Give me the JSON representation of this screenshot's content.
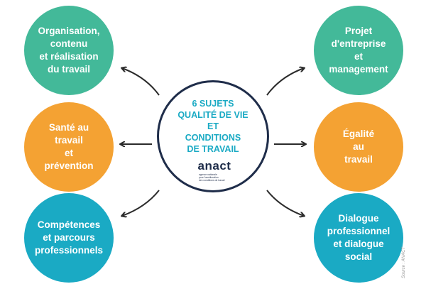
{
  "center": {
    "title": "6 SUJETS\nQUALITÉ DE VIE\nET\nCONDITIONS\nDE TRAVAIL",
    "logo_word": "anact",
    "logo_subtitle": "agence nationale\npour l'amélioration\ndes conditions de travail"
  },
  "topics": [
    {
      "label": "Organisation,\ncontenu\net réalisation\ndu travail",
      "color": "#43b999"
    },
    {
      "label": "Santé au\ntravail\net\nprévention",
      "color": "#f4a233"
    },
    {
      "label": "Compétences\net parcours\nprofessionnels",
      "color": "#1aaac4"
    },
    {
      "label": "Projet\nd'entreprise\net\nmanagement",
      "color": "#43b999"
    },
    {
      "label": "Égalité\nau\ntravail",
      "color": "#f4a233"
    },
    {
      "label": "Dialogue\nprofessionnel\net dialogue\nsocial",
      "color": "#1aaac4"
    }
  ],
  "source": "Source : ANACT",
  "arrow_color": "#2b2b2b"
}
